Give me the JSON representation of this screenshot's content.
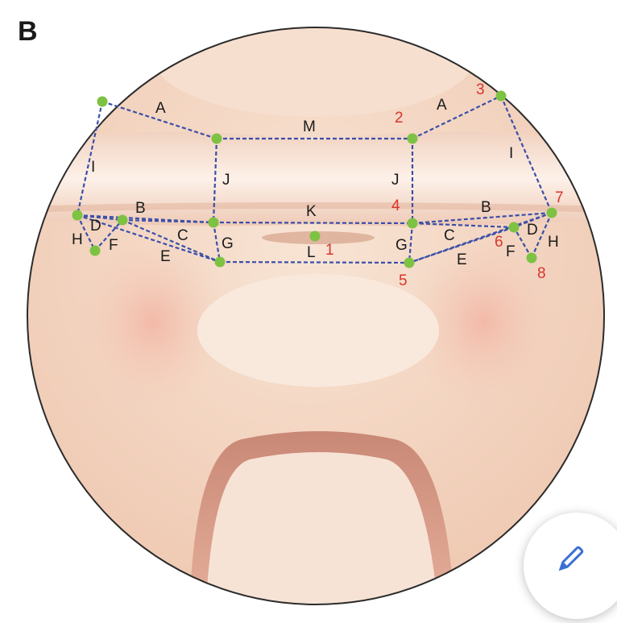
{
  "panel_label": "B",
  "region_labels": [
    {
      "id": "A-left",
      "text": "A"
    },
    {
      "id": "A-right",
      "text": "A"
    },
    {
      "id": "M",
      "text": "M"
    },
    {
      "id": "I-left",
      "text": "I"
    },
    {
      "id": "I-right",
      "text": "I"
    },
    {
      "id": "J-left",
      "text": "J"
    },
    {
      "id": "J-right",
      "text": "J"
    },
    {
      "id": "K",
      "text": "K"
    },
    {
      "id": "L",
      "text": "L"
    },
    {
      "id": "B-left",
      "text": "B"
    },
    {
      "id": "B-right",
      "text": "B"
    },
    {
      "id": "C-left",
      "text": "C"
    },
    {
      "id": "C-right",
      "text": "C"
    },
    {
      "id": "D-left",
      "text": "D"
    },
    {
      "id": "D-right",
      "text": "D"
    },
    {
      "id": "E-left",
      "text": "E"
    },
    {
      "id": "E-right",
      "text": "E"
    },
    {
      "id": "F-left",
      "text": "F"
    },
    {
      "id": "F-right",
      "text": "F"
    },
    {
      "id": "G-left",
      "text": "G"
    },
    {
      "id": "G-right",
      "text": "G"
    },
    {
      "id": "H-left",
      "text": "H"
    },
    {
      "id": "H-right",
      "text": "H"
    }
  ],
  "landmark_numbers": [
    "1",
    "2",
    "3",
    "4",
    "5",
    "6",
    "7",
    "8"
  ],
  "colors": {
    "dashed_line": "#3a4fa8",
    "landmark_point": "#7dc242",
    "landmark_number": "#d9342b",
    "fab_icon": "#3b6fd4"
  },
  "fab_icon": "pencil-icon"
}
